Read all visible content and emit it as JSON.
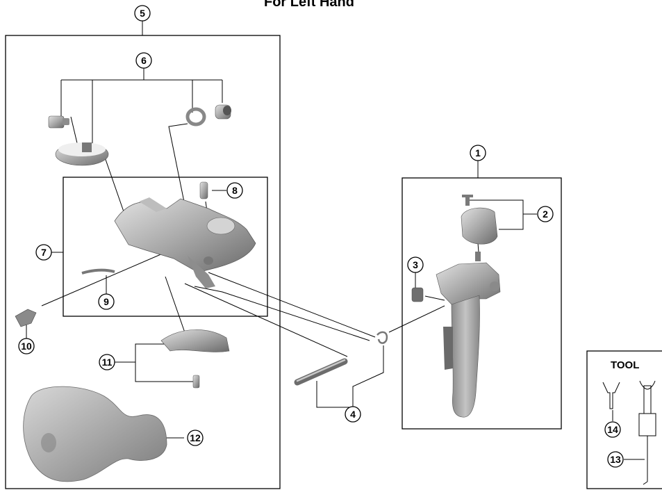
{
  "header": {
    "title": "For Left Hand"
  },
  "tool_box": {
    "label": "TOOL"
  },
  "callouts": [
    {
      "id": "c1",
      "label": "1"
    },
    {
      "id": "c2",
      "label": "2"
    },
    {
      "id": "c3",
      "label": "3"
    },
    {
      "id": "c4",
      "label": "4"
    },
    {
      "id": "c5",
      "label": "5"
    },
    {
      "id": "c6",
      "label": "6"
    },
    {
      "id": "c7",
      "label": "7"
    },
    {
      "id": "c8",
      "label": "8"
    },
    {
      "id": "c9",
      "label": "9"
    },
    {
      "id": "c10",
      "label": "10"
    },
    {
      "id": "c11",
      "label": "11"
    },
    {
      "id": "c12",
      "label": "12"
    },
    {
      "id": "c13",
      "label": "13"
    },
    {
      "id": "c14",
      "label": "14"
    }
  ],
  "colors": {
    "line": "#000000",
    "part_light": "#c8c8c8",
    "part_mid": "#9a9a9a",
    "part_dark": "#5a5a5a"
  }
}
